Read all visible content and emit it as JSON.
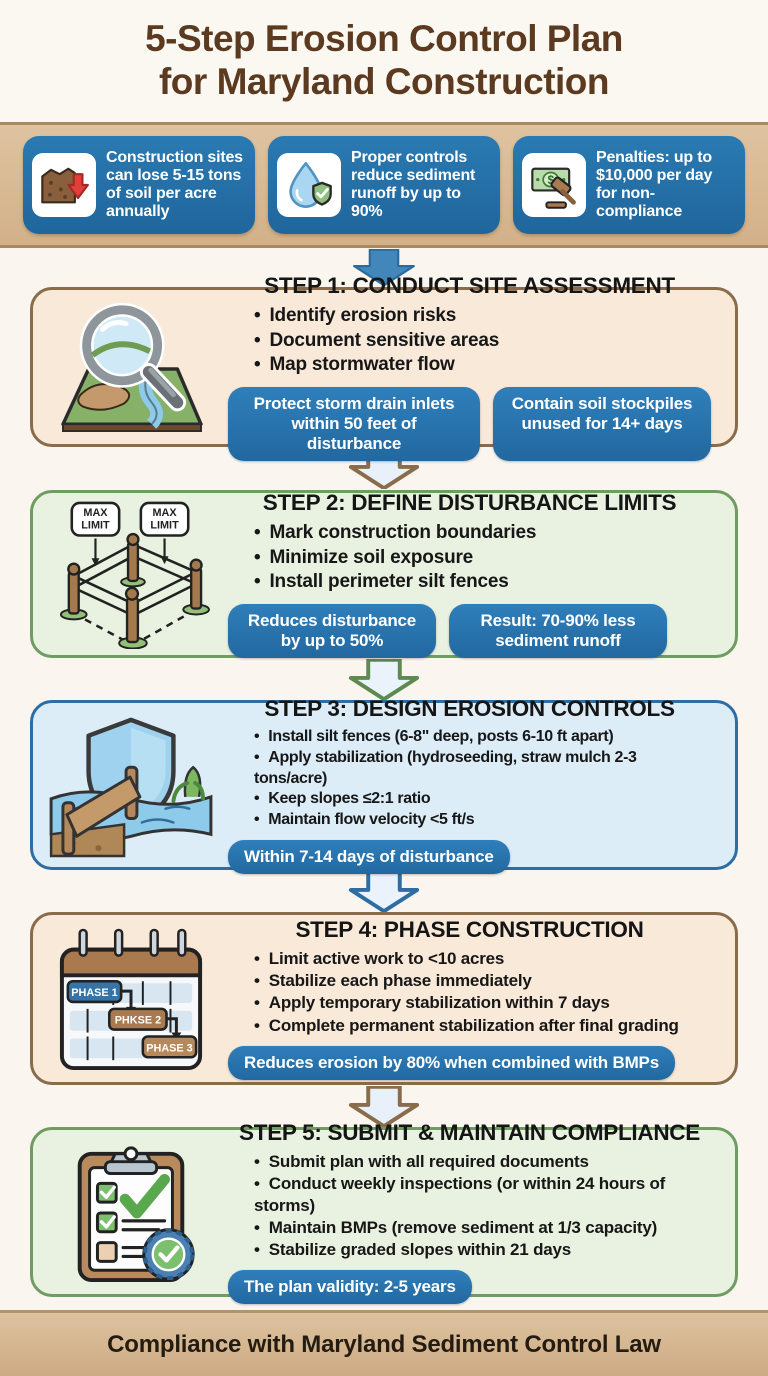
{
  "page": {
    "title_line1": "5-Step Erosion Control Plan",
    "title_line2": "for Maryland Construction",
    "footer": "Compliance with Maryland Sediment Control Law"
  },
  "colors": {
    "title_brown": "#5b3a20",
    "bar_tan": "#d9bc98",
    "card_blue": "#2273ac",
    "badge_blue": "#2b7ab8",
    "step_brown_border": "#8a6b4a",
    "step_brown_bg": "#f9e9d9",
    "step_green_border": "#6f9c62",
    "step_green_bg": "#e9f2e0",
    "step_blue_border": "#2d6da3",
    "step_blue_bg": "#dcedf8"
  },
  "stats": [
    {
      "icon": "soil-loss-icon",
      "text": "Construction sites can lose 5-15 tons of soil per acre annually"
    },
    {
      "icon": "water-shield-icon",
      "text": "Proper controls reduce sediment runoff by up to 90%"
    },
    {
      "icon": "penalty-gavel-icon",
      "text": "Penalties: up to $10,000 per day for non-compliance"
    }
  ],
  "steps": [
    {
      "title": "STEP 1: CONDUCT SITE ASSESSMENT",
      "icon": "map-magnifier-icon",
      "bullets": [
        "Identify erosion risks",
        "Document sensitive areas",
        "Map stormwater flow"
      ],
      "badges": [
        "Protect storm drain inlets within 50 feet of disturbance",
        "Contain soil stockpiles unused for 14+ days"
      ]
    },
    {
      "title": "STEP 2: DEFINE DISTURBANCE LIMITS",
      "icon": "fence-limit-icon",
      "icon_bubble": [
        "MAX",
        "LIMIT"
      ],
      "bullets": [
        "Mark construction boundaries",
        "Minimize soil exposure",
        "Install perimeter silt fences"
      ],
      "badges": [
        "Reduces disturbance by up to 50%",
        "Result: 70-90% less sediment runoff"
      ]
    },
    {
      "title": "STEP 3: DESIGN EROSION CONTROLS",
      "icon": "shield-silt-fence-icon",
      "bullets": [
        "Install silt fences (6-8\" deep, posts 6-10 ft apart)",
        "Apply stabilization (hydroseeding, straw mulch 2-3 tons/acre)",
        "Keep slopes ≤2:1 ratio",
        "Maintain flow velocity <5 ft/s"
      ],
      "badges": [
        "Within 7-14 days of disturbance"
      ]
    },
    {
      "title": "STEP 4: PHASE CONSTRUCTION",
      "icon": "phase-calendar-icon",
      "icon_phases": [
        "PHASE 1",
        "PHKSE 2",
        "PHASE 3"
      ],
      "bullets": [
        "Limit active work to <10 acres",
        "Stabilize each phase immediately",
        "Apply temporary stabilization within 7 days",
        "Complete permanent stabilization after final grading"
      ],
      "badges": [
        "Reduces erosion by 80% when combined with BMPs"
      ]
    },
    {
      "title": "STEP 5: SUBMIT & MAINTAIN COMPLIANCE",
      "icon": "compliance-clipboard-icon",
      "bullets": [
        "Submit plan with all required documents",
        "Conduct weekly inspections (or within 24 hours of storms)",
        "Maintain BMPs (remove sediment at 1/3 capacity)",
        "Stabilize graded slopes within 21 days"
      ],
      "badges": [
        "The plan validity: 2-5 years"
      ]
    }
  ]
}
